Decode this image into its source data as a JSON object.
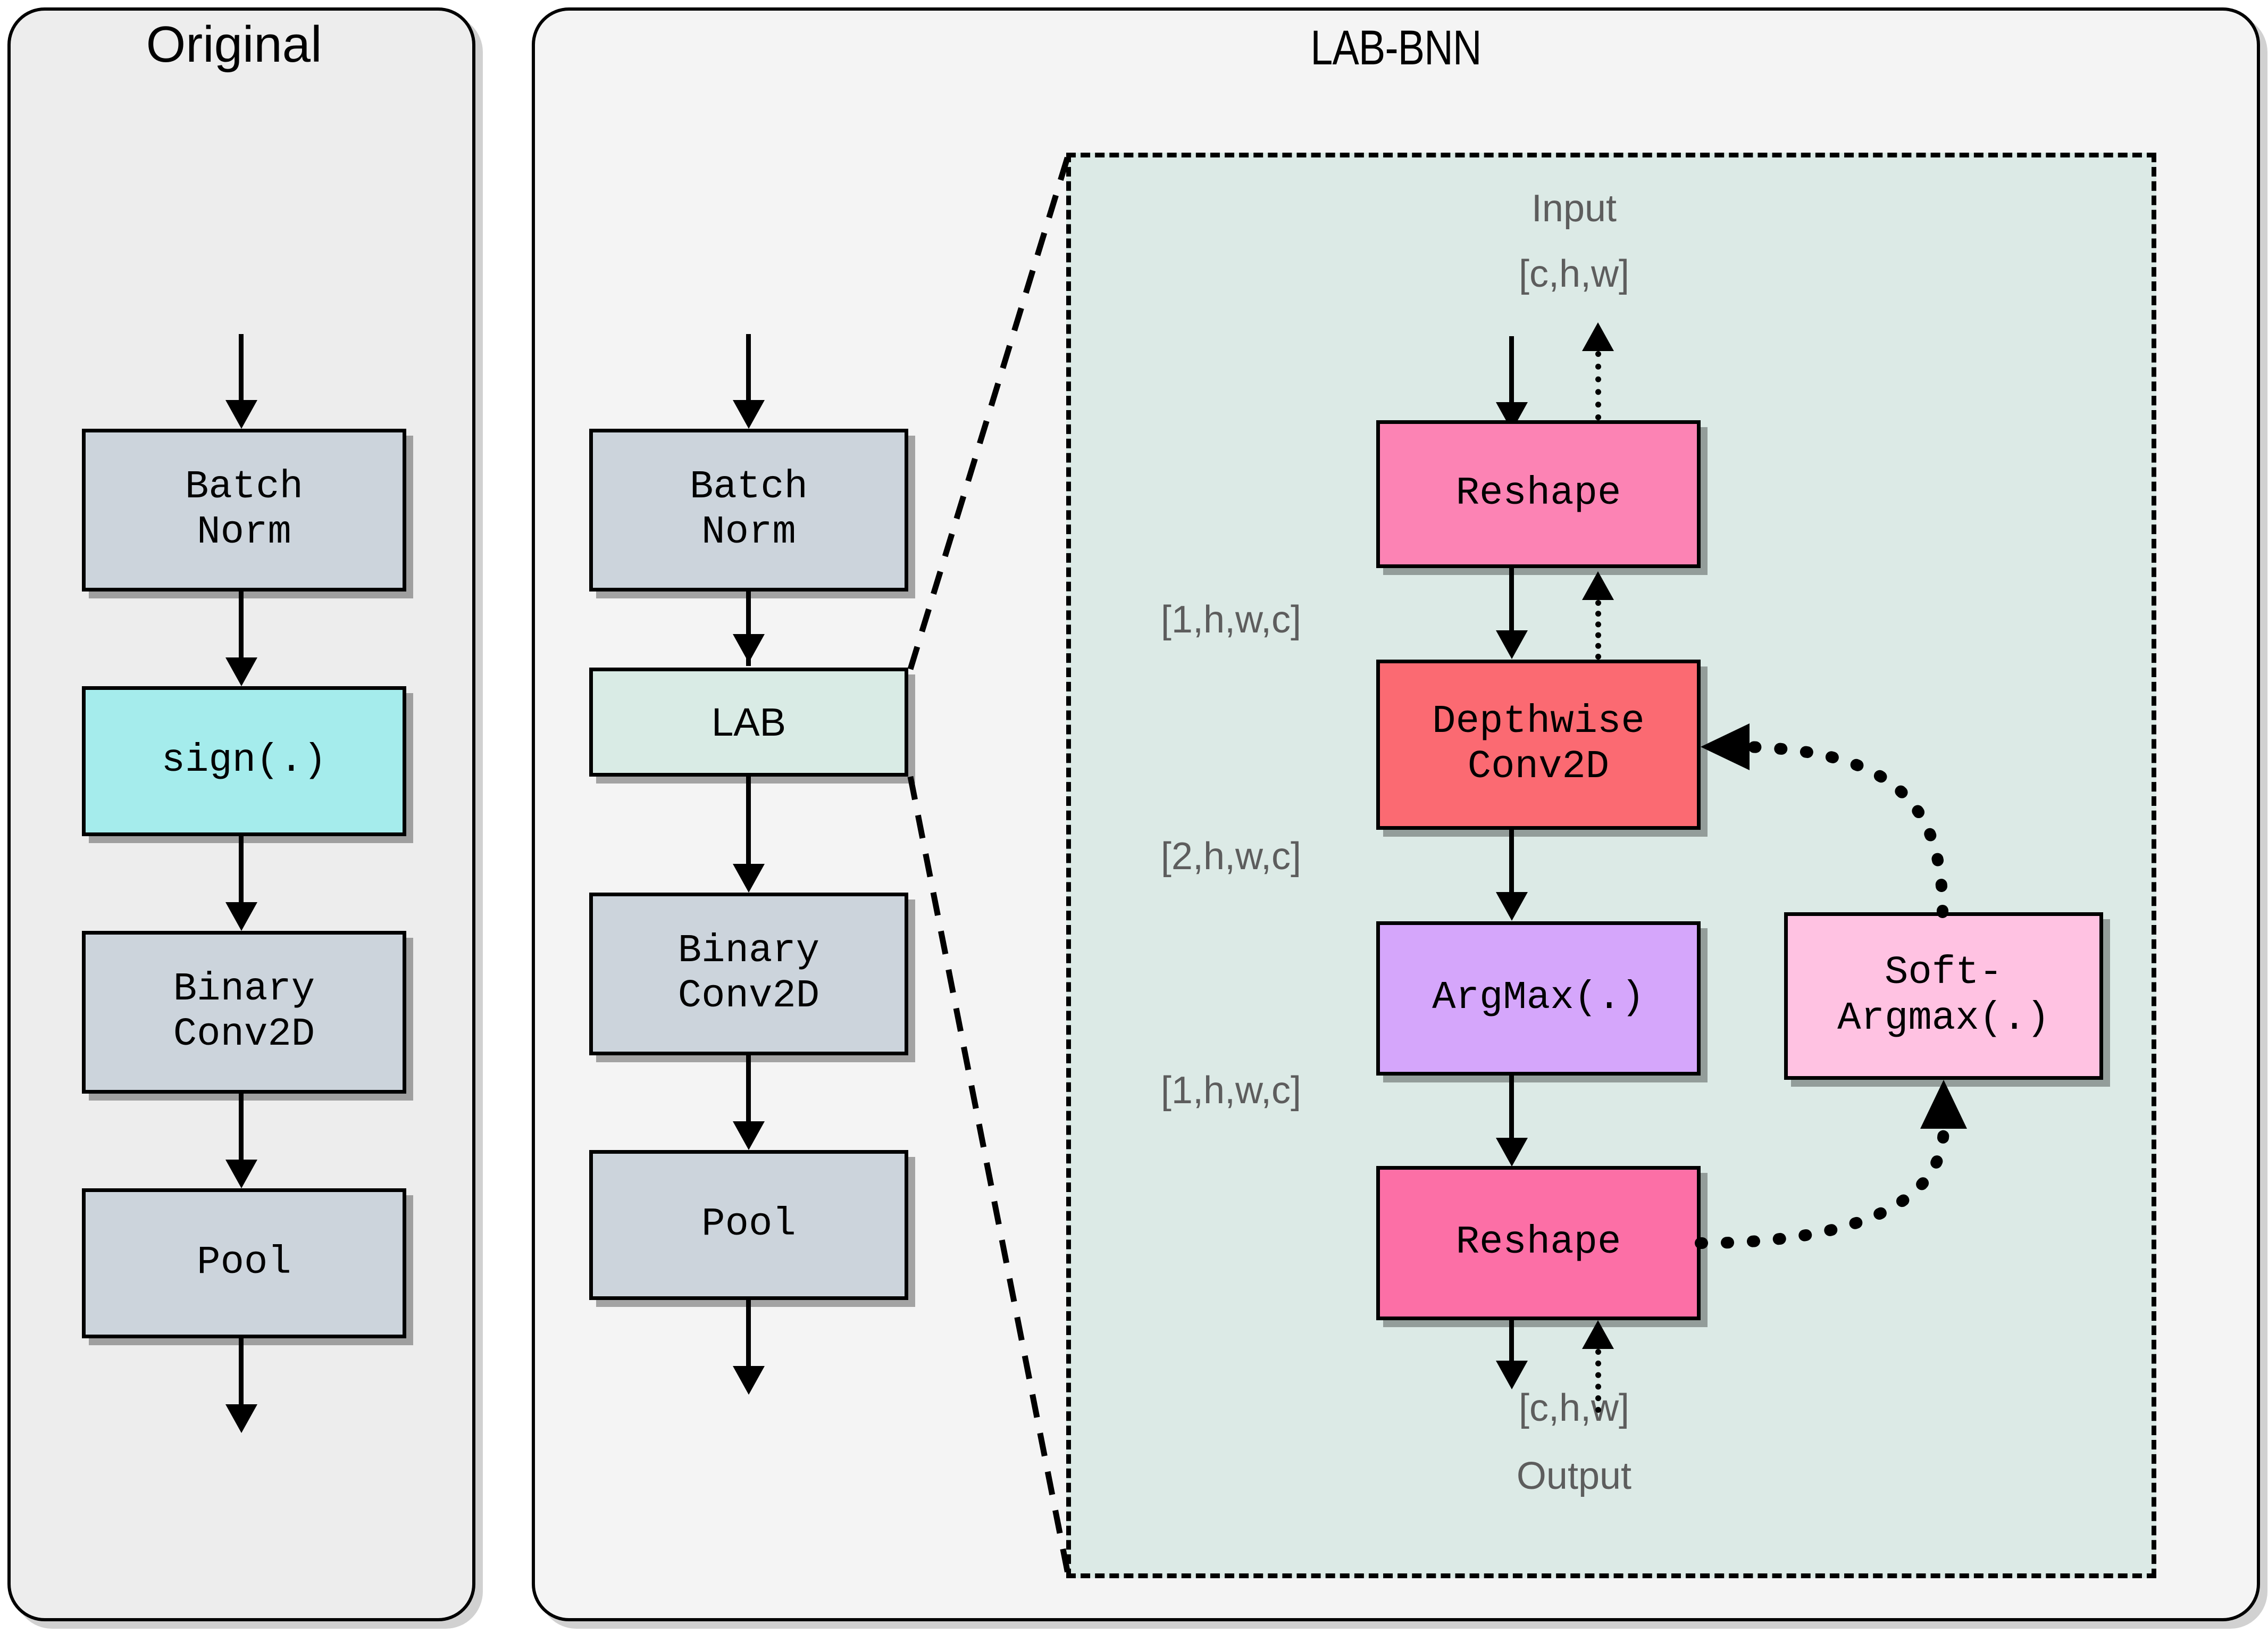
{
  "panels": {
    "original": {
      "title": "Original",
      "nodes": [
        {
          "label": "Batch\nNorm",
          "color": "#ccd4dc",
          "font": "mono"
        },
        {
          "label": "sign(.)",
          "color": "#a5ecec",
          "font": "mono"
        },
        {
          "label": "Binary\nConv2D",
          "color": "#ccd4dc",
          "font": "mono"
        },
        {
          "label": "Pool",
          "color": "#ccd4dc",
          "font": "mono"
        }
      ]
    },
    "labbnn": {
      "title": "LAB-BNN",
      "nodes": [
        {
          "label": "Batch\nNorm",
          "color": "#ccd4dc",
          "font": "mono"
        },
        {
          "label": "LAB",
          "color": "#d9ebe5",
          "font": "sans"
        },
        {
          "label": "Binary\nConv2D",
          "color": "#ccd4dc",
          "font": "mono"
        },
        {
          "label": "Pool",
          "color": "#ccd4dc",
          "font": "mono"
        }
      ]
    }
  },
  "detail": {
    "container_fill": "#dceae6",
    "io": {
      "input_label": "Input",
      "input_shape": "[c,h,w]",
      "output_shape": "[c,h,w]",
      "output_label": "Output"
    },
    "shape_labels": [
      "[1,h,w,c]",
      "[2,h,w,c]",
      "[1,h,w,c]"
    ],
    "nodes": [
      {
        "label": "Reshape",
        "color": "#fc83b4"
      },
      {
        "label": "Depthwise\nConv2D",
        "color": "#fb6a72"
      },
      {
        "label": "ArgMax(.)",
        "color": "#d5a6fb"
      },
      {
        "label": "Reshape",
        "color": "#fc6fa6"
      },
      {
        "label": "Soft-\nArgmax(.)",
        "color": "#ffc2e2"
      }
    ]
  },
  "colors": {
    "panel_original_bg": "#ededed",
    "panel_labbnn_bg": "#f4f4f4",
    "gray_text": "#5d5d5d",
    "stroke": "#000000"
  }
}
